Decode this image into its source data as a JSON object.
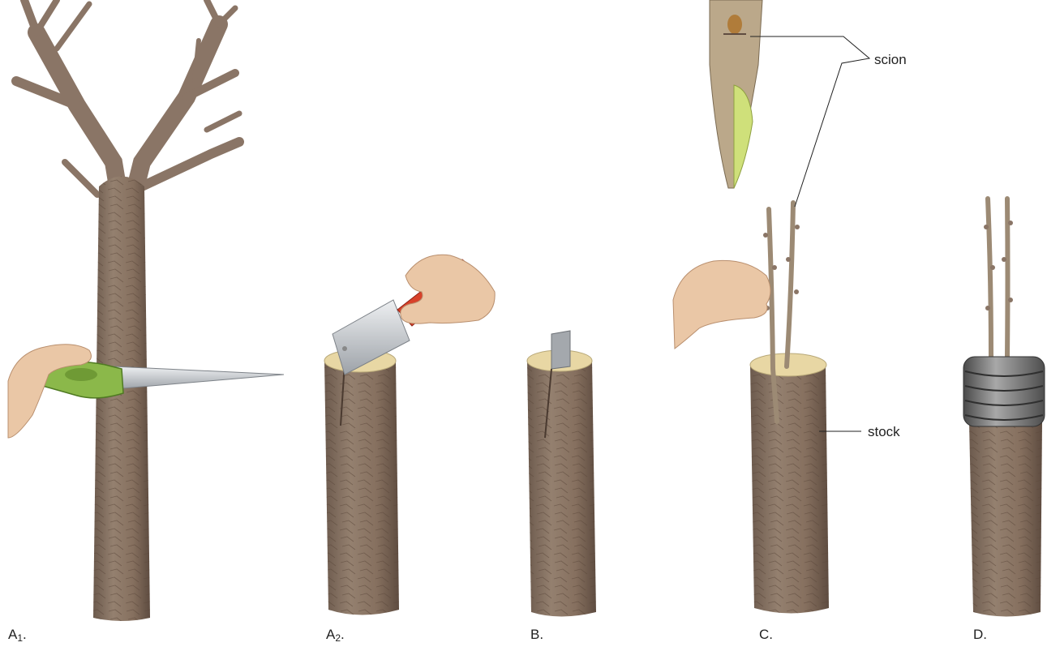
{
  "steps": [
    {
      "id": "A1",
      "letter": "A",
      "subscript": "1",
      "suffix": "."
    },
    {
      "id": "A2",
      "letter": "A",
      "subscript": "2",
      "suffix": "."
    },
    {
      "id": "B",
      "letter": "B",
      "subscript": "",
      "suffix": "."
    },
    {
      "id": "C",
      "letter": "C",
      "subscript": "",
      "suffix": "."
    },
    {
      "id": "D",
      "letter": "D",
      "subscript": "",
      "suffix": "."
    }
  ],
  "callouts": {
    "scion": "scion",
    "stock": "stock"
  },
  "colors": {
    "bark": "#8a7566",
    "bark_dark": "#5f4c40",
    "cut_face": "#e8d7a4",
    "saw_handle": "#8bb84a",
    "knife_handle": "#d8412a",
    "blade": "#c9ccd0",
    "skin": "#eac7a6",
    "scion_wood": "#bba88a",
    "scion_core": "#cfe07a",
    "wrap": "#8c8c8c"
  }
}
